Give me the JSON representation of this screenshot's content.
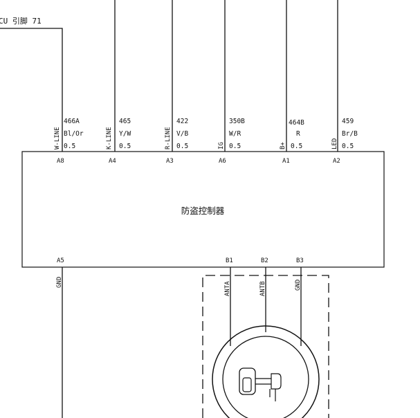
{
  "ecu_label": "CU 引脚 71",
  "module_title": "防盗控制器",
  "top_pins": [
    {
      "pin": "A8",
      "signal": "W-LINE",
      "wire_code": "466A",
      "color": "Bl/Or",
      "gauge": "0.5"
    },
    {
      "pin": "A4",
      "signal": "K-LINE",
      "wire_code": "465",
      "color": "Y/W",
      "gauge": "0.5"
    },
    {
      "pin": "A3",
      "signal": "R-LINE",
      "wire_code": "422",
      "color": "V/B",
      "gauge": "0.5"
    },
    {
      "pin": "A6",
      "signal": "IG",
      "wire_code": "350B",
      "color": "W/R",
      "gauge": "0.5"
    },
    {
      "pin": "A1",
      "signal": "B+",
      "wire_code": "464B",
      "color": "R",
      "gauge": "0.5"
    },
    {
      "pin": "A2",
      "signal": "LED",
      "wire_code": "459",
      "color": "Br/B",
      "gauge": "0.5"
    }
  ],
  "bottom_pins": [
    {
      "pin": "A5",
      "signal": "GND"
    },
    {
      "pin": "B1",
      "signal": "ANTA"
    },
    {
      "pin": "B2",
      "signal": "ANTB"
    },
    {
      "pin": "B3",
      "signal": "GND"
    }
  ]
}
